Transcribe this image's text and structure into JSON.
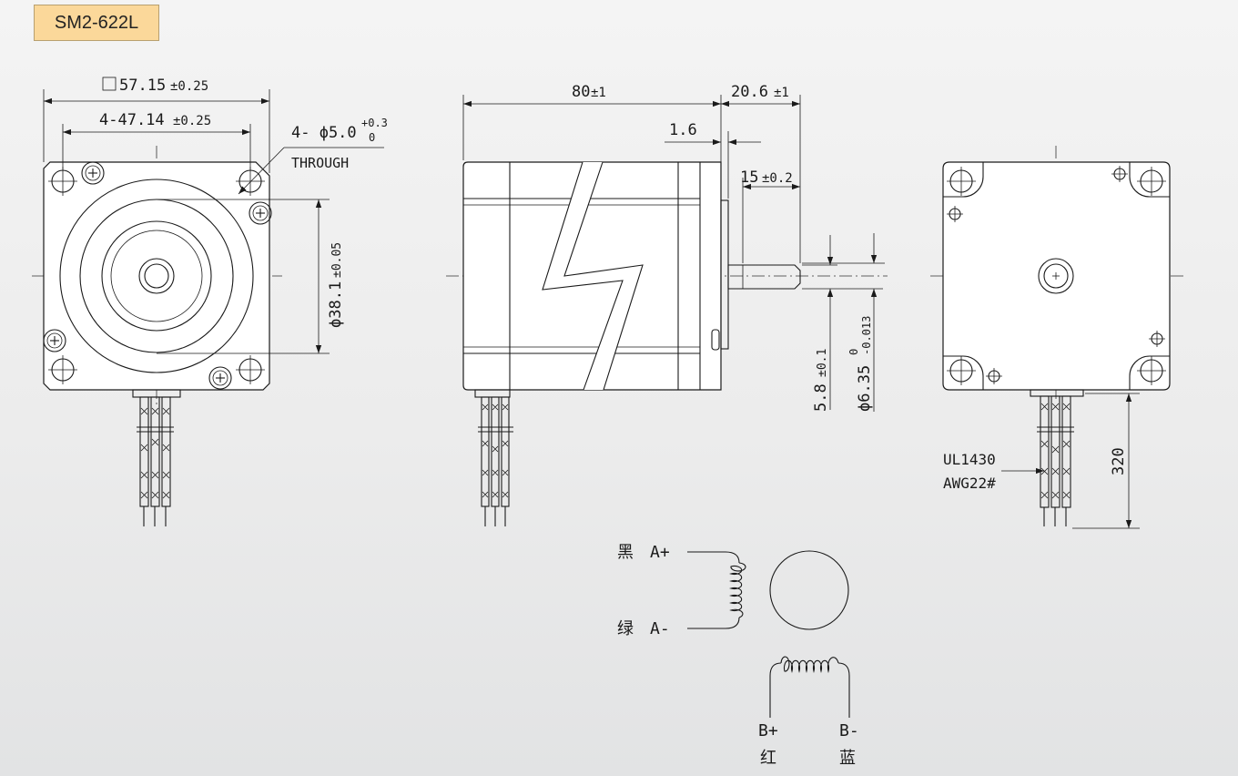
{
  "model": "SM2-622L",
  "dimensions": {
    "flange_square": "57.15",
    "flange_square_tol": "±0.25",
    "hole_pitch": "4-47.14",
    "hole_pitch_tol": "±0.25",
    "hole_dia_prefix": "4- ϕ5.0",
    "hole_dia_tol_upper": "+0.3",
    "hole_dia_tol_lower": "0",
    "through": "THROUGH",
    "pilot_dia": "ϕ38.1",
    "pilot_dia_tol": "±0.05",
    "body_length": "80",
    "body_length_tol": "±1",
    "shaft_length": "20.6",
    "shaft_length_tol": "±1",
    "pilot_height": "1.6",
    "flat_length": "15",
    "flat_length_tol": "±0.2",
    "flat_depth": "5.8",
    "flat_depth_tol": "±0.1",
    "shaft_dia": "ϕ6.35",
    "shaft_dia_tol_upper": "0",
    "shaft_dia_tol_lower": "-0.013",
    "lead_length": "320",
    "wire_type": "UL1430",
    "wire_gauge": "AWG22#"
  },
  "wiring": {
    "a_plus": {
      "color": "黑",
      "label": "A+"
    },
    "a_minus": {
      "color": "绿",
      "label": "A-"
    },
    "b_plus": {
      "color": "红",
      "label": "B+"
    },
    "b_minus": {
      "color": "蓝",
      "label": "B-"
    }
  }
}
